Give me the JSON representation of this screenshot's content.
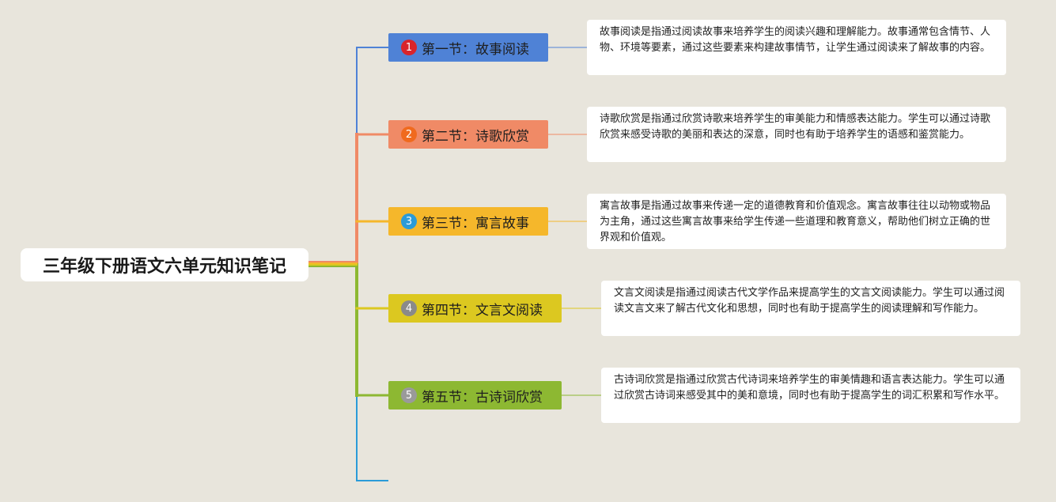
{
  "root": {
    "title": "三年级下册语文六单元知识笔记"
  },
  "sections": [
    {
      "badge": "1",
      "label": "第一节：故事阅读",
      "color": "#4f82d6",
      "badge_color": "#d9242b",
      "note": "故事阅读是指通过阅读故事来培养学生的阅读兴趣和理解能力。故事通常包含情节、人物、环境等要素，通过这些要素来构建故事情节，让学生通过阅读来了解故事的内容。"
    },
    {
      "badge": "2",
      "label": "第二节：诗歌欣赏",
      "color": "#f08a66",
      "badge_color": "#f06a1e",
      "note": "诗歌欣赏是指通过欣赏诗歌来培养学生的审美能力和情感表达能力。学生可以通过诗歌欣赏来感受诗歌的美丽和表达的深意，同时也有助于培养学生的语感和鉴赏能力。"
    },
    {
      "badge": "3",
      "label": "第三节：寓言故事",
      "color": "#f5b72b",
      "badge_color": "#2a9bd8",
      "note": "寓言故事是指通过故事来传递一定的道德教育和价值观念。寓言故事往往以动物或物品为主角，通过这些寓言故事来给学生传递一些道理和教育意义，帮助他们树立正确的世界观和价值观。"
    },
    {
      "badge": "4",
      "label": "第四节：文言文阅读",
      "color": "#dcc820",
      "badge_color": "#8a8a8a",
      "note": "文言文阅读是指通过阅读古代文学作品来提高学生的文言文阅读能力。学生可以通过阅读文言文来了解古代文化和思想，同时也有助于提高学生的阅读理解和写作能力。"
    },
    {
      "badge": "5",
      "label": "第五节：古诗词欣赏",
      "color": "#8db832",
      "badge_color": "#9a9a9a",
      "note": "古诗词欣赏是指通过欣赏古代诗词来培养学生的审美情趣和语言表达能力。学生可以通过欣赏古诗词来感受其中的美和意境，同时也有助于提高学生的词汇积累和写作水平。"
    }
  ],
  "colors": {
    "background": "#e8e5dc",
    "trunk_top": "#4f82d6",
    "trunk_bottom": "#2a9bd8"
  }
}
